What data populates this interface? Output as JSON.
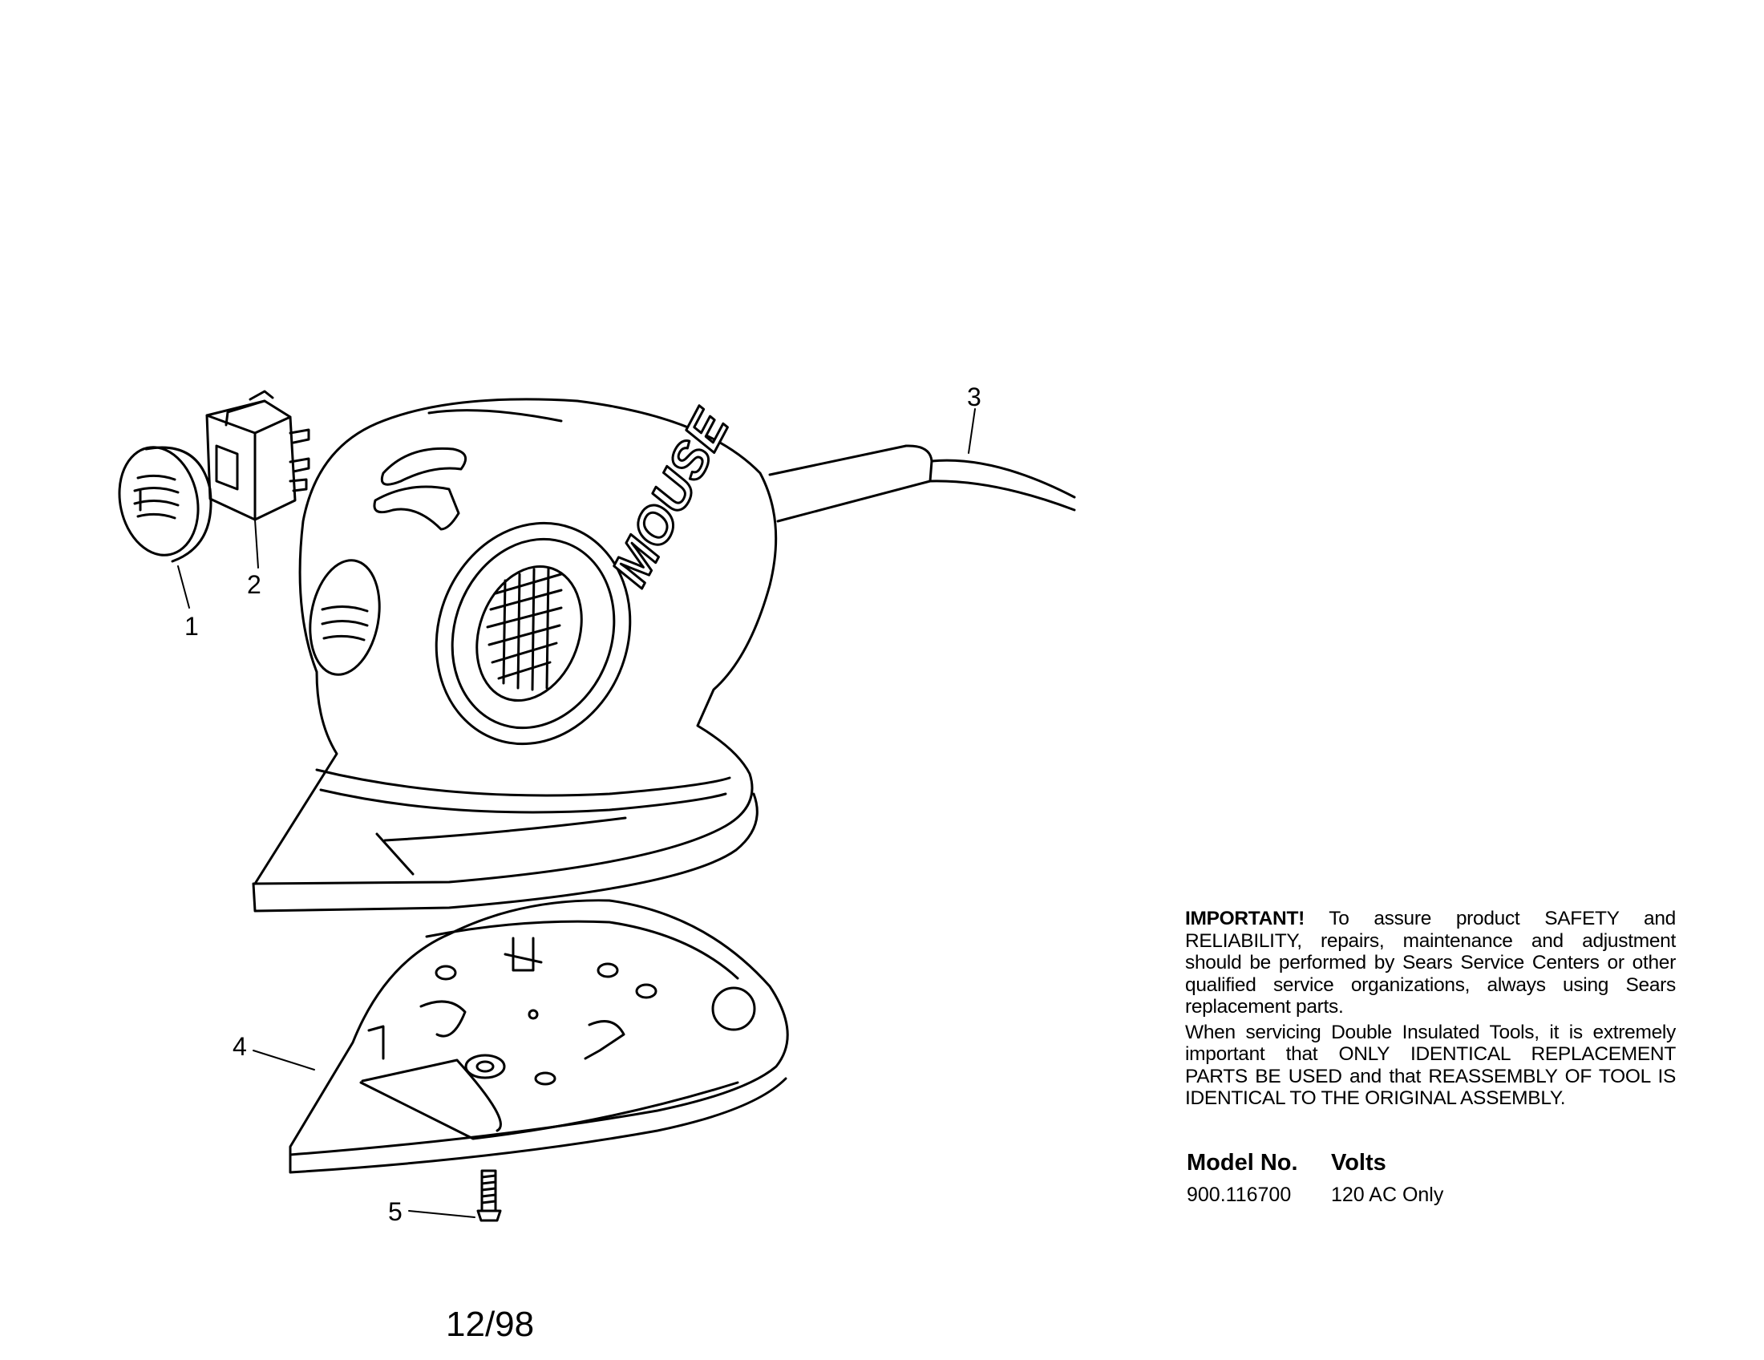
{
  "callouts": {
    "part1": "1",
    "part2": "2",
    "part3": "3",
    "part4": "4",
    "part5": "5"
  },
  "brand_logo_text": "MOUSE",
  "notice": {
    "important_label": "IMPORTANT!",
    "important_text": "To assure product SAFETY and RELIABILITY, repairs, maintenance and adjustment should be performed by Sears Service Centers or other qualified service organizations, always using Sears replacement parts.",
    "double_insulated_text": "When servicing Double Insulated Tools, it is extremely important that ONLY IDENTICAL REPLACEMENT PARTS BE USED and that REASSEMBLY OF TOOL IS IDENTICAL TO THE ORIGINAL ASSEMBLY."
  },
  "spec_table": {
    "headers": [
      "Model No.",
      "Volts"
    ],
    "rows": [
      [
        "900.116700",
        "120 AC Only"
      ]
    ]
  },
  "date_code": "12/98"
}
